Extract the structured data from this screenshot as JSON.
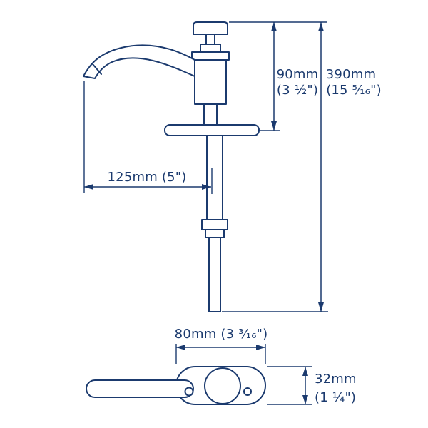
{
  "diagram": {
    "ink_color": "#1b3a6e",
    "background_color": "#ffffff",
    "dimensions": {
      "height_above_mount": {
        "mm": "90mm",
        "inches": "(3 ½\")"
      },
      "overall_length": {
        "mm": "390mm",
        "inches": "(15 ⁵⁄₁₆\")"
      },
      "spout_reach": {
        "label": "125mm (5\")"
      },
      "handle_base_width": {
        "label": "80mm (3 ³⁄₁₆\")"
      },
      "handle_base_depth": {
        "mm": "32mm",
        "inches": "(1 ¼\")"
      }
    }
  }
}
